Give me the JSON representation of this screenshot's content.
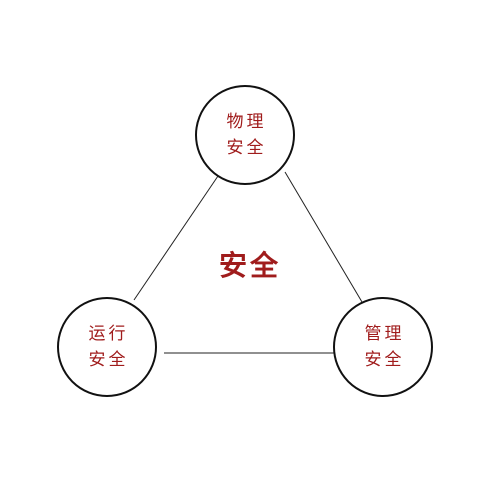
{
  "diagram": {
    "center_label": "安全",
    "nodes": {
      "top": {
        "line1": "物理",
        "line2": "安全"
      },
      "left": {
        "line1": "运行",
        "line2": "安全"
      },
      "right": {
        "line1": "管理",
        "line2": "安全"
      }
    },
    "colors": {
      "text": "#a01c1c",
      "stroke": "#111111",
      "background": "#ffffff"
    }
  }
}
